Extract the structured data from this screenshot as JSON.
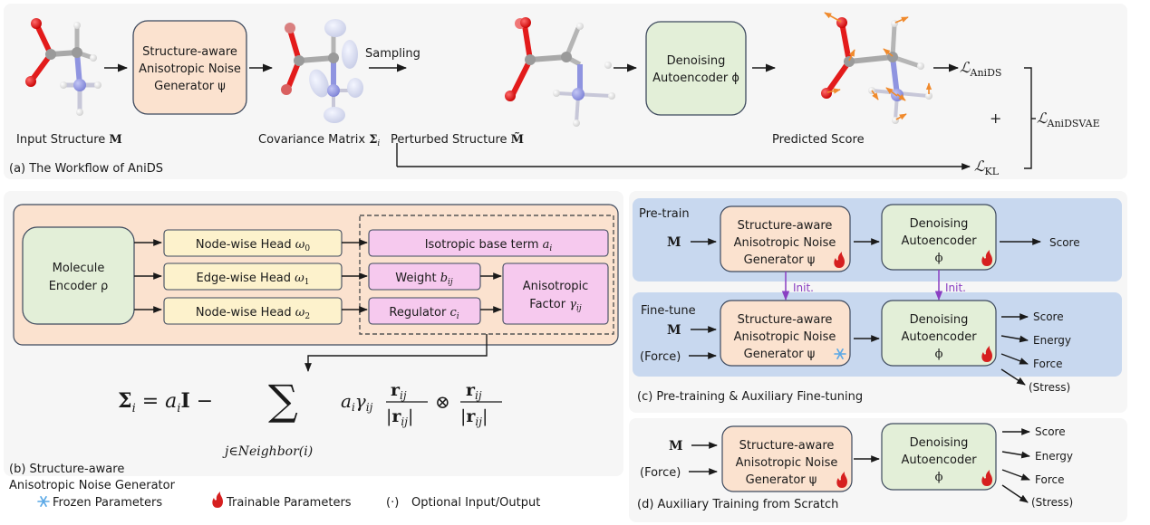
{
  "colors": {
    "panel_bg": "#f6f6f6",
    "noise_box": "#fbe2cf",
    "dae_box": "#e3efd8",
    "head_box": "#fdf2cc",
    "pink_box": "#f6c9ee",
    "blue_band": "#c8d8ef",
    "init_arrow": "#8a3fc2",
    "oxygen": "#e31b1b",
    "nitrogen": "#8f94e0",
    "carbon": "#9a9a9a",
    "score_arrow": "#f08a2c",
    "flame": "#d61f1f",
    "snowflake": "#5aa8e6"
  },
  "panel_a": {
    "caption": "(a) The Workflow of AniDS",
    "input_label": "Input Structure ",
    "input_symbol": "M",
    "noise_gen": [
      "Structure-aware",
      "Anisotropic Noise",
      "Generator ψ"
    ],
    "cov_label": "Covariance Matrix ",
    "cov_symbol": "Σ",
    "cov_sub": "i",
    "sampling": "Sampling",
    "perturbed_label": "Perturbed Structure ",
    "perturbed_symbol": "M̃",
    "dae": [
      "Denoising",
      "Autoencoder ϕ"
    ],
    "predicted_label": "Predicted Score",
    "loss_anids": "AniDS",
    "loss_kl": "KL",
    "loss_total": "AniDSVAE",
    "loss_script": "ℒ",
    "plus": "+"
  },
  "panel_b": {
    "caption_line1": "(b) Structure-aware",
    "caption_line2": "Anisotropic Noise Generator",
    "encoder": [
      "Molecule",
      "Encoder ρ"
    ],
    "heads": [
      {
        "label": "Node-wise Head ",
        "sym": "ω",
        "sub": "0"
      },
      {
        "label": "Edge-wise Head ",
        "sym": "ω",
        "sub": "1"
      },
      {
        "label": "Node-wise Head ",
        "sym": "ω",
        "sub": "2"
      }
    ],
    "isotropic": {
      "label": "Isotropic base term ",
      "sym": "a",
      "sub": "i"
    },
    "weight": {
      "label": "Weight ",
      "sym": "b",
      "sub": "ij"
    },
    "regulator": {
      "label": "Regulator ",
      "sym": "c",
      "sub": "i"
    },
    "aniso": {
      "line1": "Anisotropic",
      "line2": "Factor ",
      "sym": "γ",
      "sub": "ij"
    },
    "formula": {
      "lhs": "Σ",
      "lhs_sub": "i",
      "eq": " = ",
      "term1": "a",
      "term1_sub": "i",
      "term1_I": "I",
      "minus": " −",
      "sum": "∑",
      "sum_sub": "j∈Neighbor(i)",
      "coef": "a",
      "coef_sub": "i",
      "gamma": "γ",
      "gamma_sub": "ij",
      "r": "r",
      "r_sub": "ij",
      "otimes": "⊗"
    }
  },
  "panel_c": {
    "caption": "(c) Pre-training & Auxiliary Fine-tuning",
    "pretrain_label": "Pre-train",
    "finetune_label": "Fine-tune",
    "input_M": "M",
    "input_force": "(Force)",
    "noise_gen": [
      "Structure-aware",
      "Anisotropic Noise",
      "Generator ψ"
    ],
    "dae": [
      "Denoising",
      "Autoencoder",
      "ϕ"
    ],
    "init": "Init.",
    "pretrain_outputs": [
      "Score"
    ],
    "finetune_outputs": [
      "Score",
      "Energy",
      "Force",
      "(Stress)"
    ],
    "pretrain_noise_icon": "flame-icon",
    "pretrain_dae_icon": "flame-icon",
    "finetune_noise_icon": "snowflake-icon",
    "finetune_dae_icon": "flame-icon"
  },
  "panel_d": {
    "caption": "(d) Auxiliary Training from Scratch",
    "input_M": "M",
    "input_force": "(Force)",
    "noise_gen": [
      "Structure-aware",
      "Anisotropic Noise",
      "Generator ψ"
    ],
    "dae": [
      "Denoising",
      "Autoencoder",
      "ϕ"
    ],
    "outputs": [
      "Score",
      "Energy",
      "Force",
      "(Stress)"
    ]
  },
  "legend": {
    "frozen": "Frozen Parameters",
    "trainable": "Trainable Parameters",
    "optional_sym": "(·)",
    "optional": "Optional Input/Output"
  }
}
